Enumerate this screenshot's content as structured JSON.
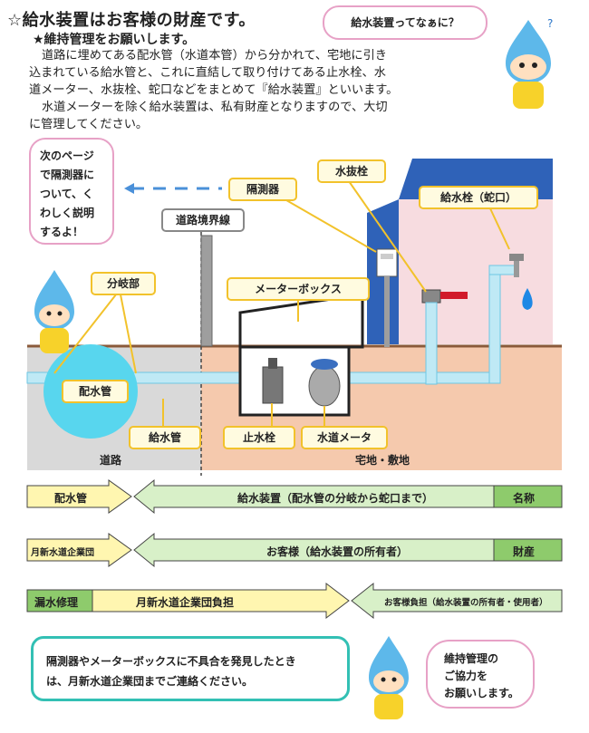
{
  "header": {
    "title": "☆給水装置はお客様の財産です。",
    "subtitle": "★維持管理をお願いします。",
    "paragraph1": [
      "道路に埋めてある配水管（水道本管）から分かれて、宅地に引き",
      "込まれている給水管と、これに直結して取り付けてある止水栓、水",
      "道メーター、水抜栓、蛇口などをまとめて『給水装置』といいます。"
    ],
    "paragraph2": [
      "水道メーターを除く給水装置は、私有財産となりますので、大切",
      "に管理してください。"
    ]
  },
  "top_bubble": {
    "text": "給水装置ってなぁに？"
  },
  "side_bubble": {
    "lines": [
      "次のページ",
      "で隔測器に",
      "ついて、く",
      "わしく説明",
      "するよ！"
    ]
  },
  "diagram_labels": {
    "road_boundary": "道路境界線",
    "branch": "分岐部",
    "meter_sensor": "隔測器",
    "drain_valve": "水抜栓",
    "faucet": "給水栓（蛇口）",
    "meter_box": "メーターボックス",
    "main_pipe": "配水管",
    "service_pipe": "給水管",
    "stop_valve": "止水栓",
    "water_meter": "水道メータ",
    "road": "道路",
    "residence": "宅地・敷地"
  },
  "bars": {
    "name_row": {
      "left": "配水管",
      "middle": "給水装置（配水管の分岐から蛇口まで）",
      "right": "名称"
    },
    "property_row": {
      "left": "月新水道企業団",
      "middle": "お客様（給水装置の所有者）",
      "right": "財産"
    },
    "repair_row": {
      "left": "漏水修理",
      "middle": "月新水道企業団負担",
      "right": "お客様負担（給水装置の所有者・使用者）"
    }
  },
  "bottom_notice": {
    "line1": "隔測器やメーターボックスに不具合を発見したとき",
    "line2": "は、月新水道企業団までご連絡ください。"
  },
  "bottom_bubble": {
    "lines": [
      "維持管理の",
      "ご協力を",
      "お願いします。"
    ]
  },
  "colors": {
    "pipe": "#bfe9f5",
    "pipe_stroke": "#6ec6e3",
    "main_pipe_circle": "#58d6ee",
    "road_ground": "#d9d9d9",
    "residence_ground": "#f5c9ad",
    "house_roof": "#2f62b8",
    "house_wall": "#f7dce0",
    "label_border": "#f2c22b",
    "label_fill": "#fffbe0",
    "bar_green": "#d8f0c8",
    "bar_yellow": "#fff6b0",
    "bar_darkgreen": "#8ecb6c",
    "notice_border": "#33c0b4",
    "bubble_border": "#e7a1c6"
  },
  "icons": [
    "water-drop-character-icon",
    "water-drop-icon",
    "faucet-icon",
    "arrow-left-icon"
  ]
}
